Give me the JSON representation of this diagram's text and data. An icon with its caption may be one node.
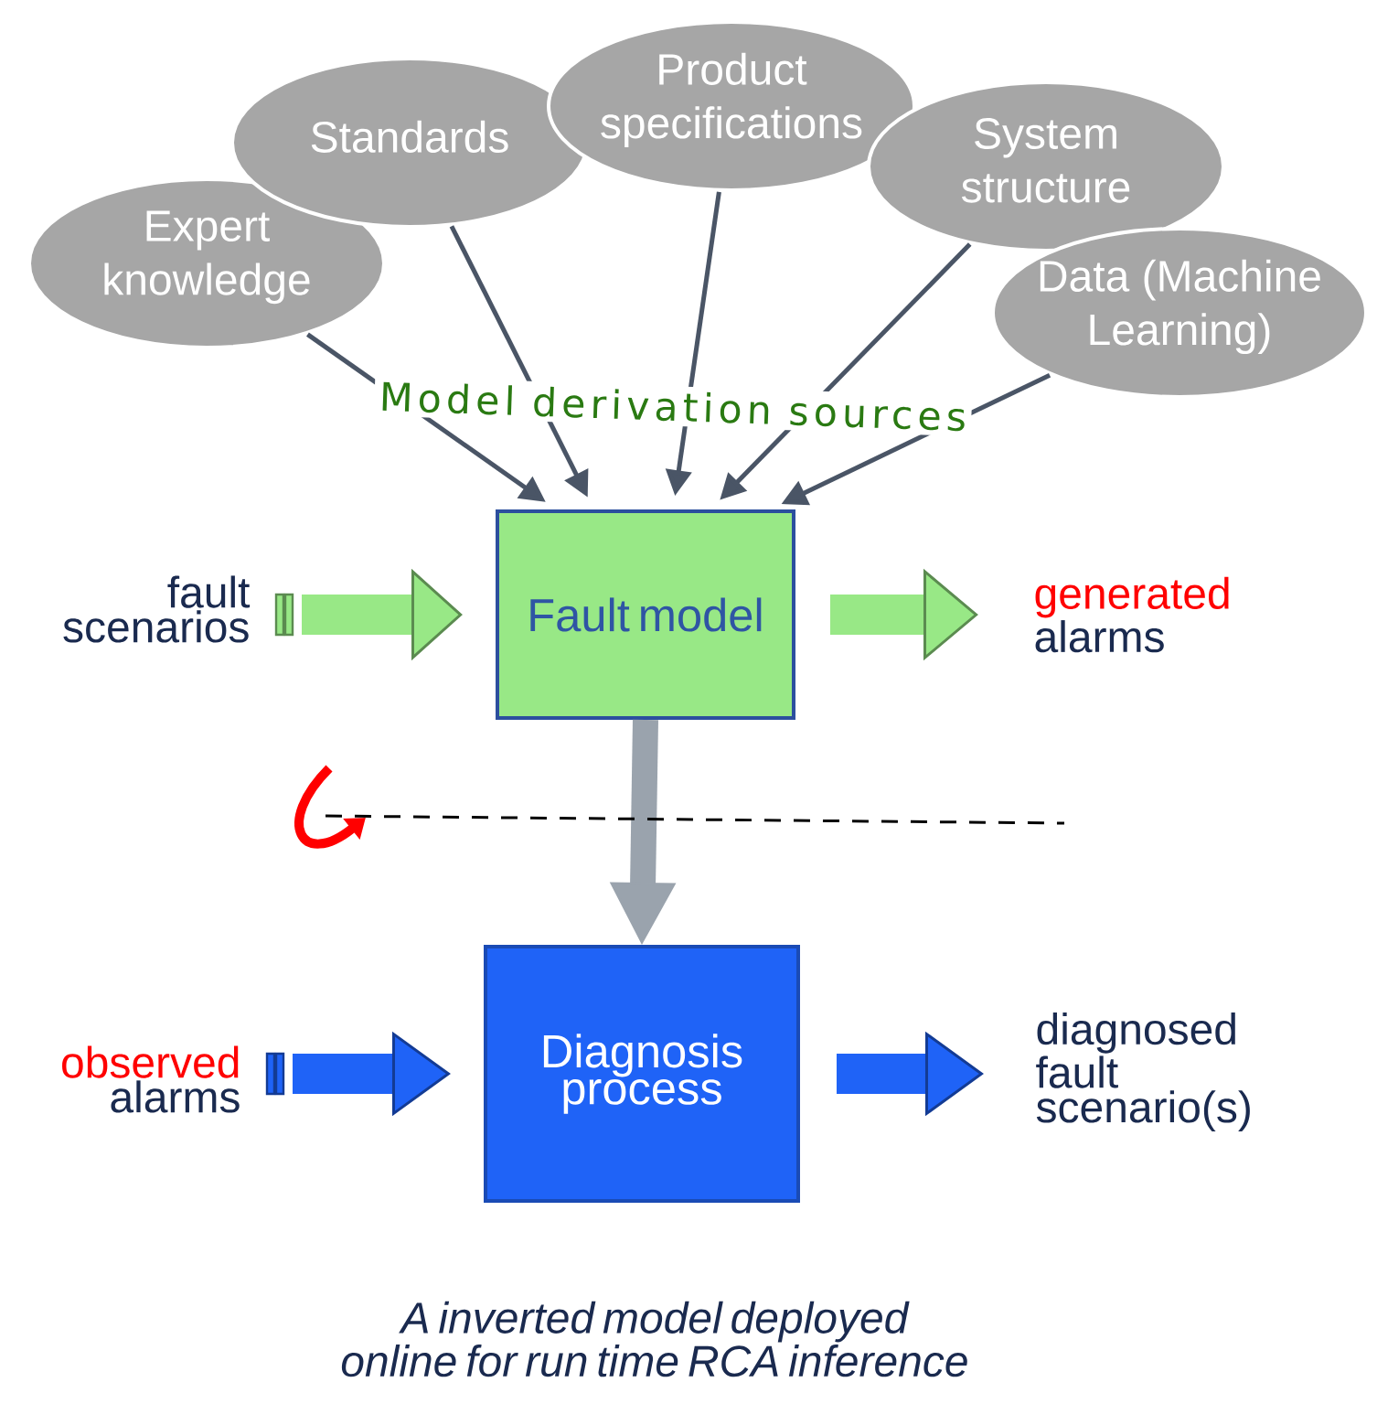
{
  "diagram": {
    "caption": "A inverted model deployed online for run time RCA inference",
    "nodes": [
      {
        "text": [
          "Expert knowledge"
        ]
      },
      {
        "text": [
          "Standards"
        ]
      },
      {
        "text": [
          "Product specifications"
        ]
      },
      {
        "text": [
          "System structure"
        ]
      },
      {
        "text": [
          "Data (Machine Learning)"
        ]
      },
      {
        "text": [
          "Fault model"
        ]
      },
      {
        "text": [
          "Diagnosis process"
        ]
      },
      {
        "text": [
          "fault scenarios"
        ]
      },
      {
        "text": [
          "generated",
          "alarms"
        ]
      },
      {
        "text": [
          "observed",
          "alarms"
        ]
      },
      {
        "text": [
          "diagnosed fault scenario(s)"
        ]
      }
    ],
    "edges": [
      {
        "from": 0,
        "to": 5,
        "arrow": "to"
      },
      {
        "from": 1,
        "to": 5,
        "arrow": "to"
      },
      {
        "from": 2,
        "to": 5,
        "arrow": "to"
      },
      {
        "from": 3,
        "to": 5,
        "arrow": "to"
      },
      {
        "from": 4,
        "to": 5,
        "arrow": "to"
      },
      {
        "from": 7,
        "to": 5,
        "arrow": "to",
        "style": "thick",
        "color": "#98e886"
      },
      {
        "from": 5,
        "to": 8,
        "arrow": "to",
        "style": "thick",
        "color": "#98e886"
      },
      {
        "from": 5,
        "to": 6,
        "arrow": "to",
        "style": "thick",
        "color": "#9aa3ad"
      },
      {
        "from": 9,
        "to": 6,
        "arrow": "to",
        "style": "thick",
        "color": "#1f63f7"
      },
      {
        "from": 6,
        "to": 10,
        "arrow": "to",
        "style": "thick",
        "color": "#1f63f7"
      }
    ],
    "labels": [
      "Model derivation sources"
    ]
  }
}
